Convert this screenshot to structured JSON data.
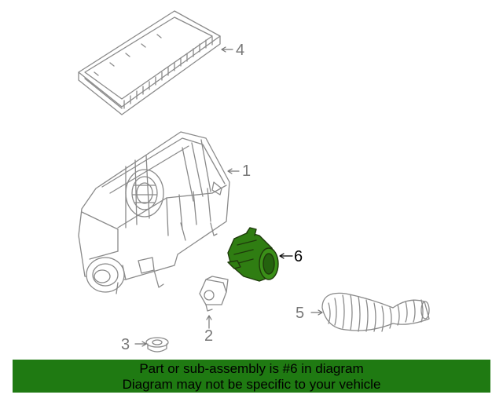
{
  "diagram": {
    "callouts": [
      {
        "number": "1",
        "part": "air-cleaner-housing"
      },
      {
        "number": "2",
        "part": "mount-bracket"
      },
      {
        "number": "3",
        "part": "grommet"
      },
      {
        "number": "4",
        "part": "air-filter-element"
      },
      {
        "number": "5",
        "part": "intake-duct-hose"
      },
      {
        "number": "6",
        "part": "air-mass-sensor",
        "highlighted": true
      }
    ],
    "highlight_color": "#2f7d12",
    "line_color": "#8a8a8a"
  },
  "banner": {
    "line1": "Part or sub-assembly is #6 in diagram",
    "line2": "Diagram may not be specific to your vehicle",
    "background": "#1f7a12"
  }
}
